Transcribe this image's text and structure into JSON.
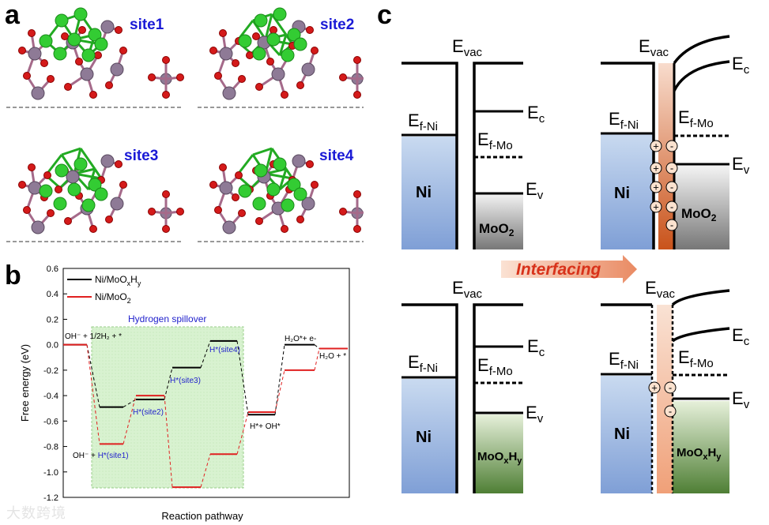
{
  "panels": {
    "a": "a",
    "b": "b",
    "c": "c"
  },
  "panel_a": {
    "sites": [
      "site1",
      "site2",
      "site3",
      "site4"
    ]
  },
  "chart_data": {
    "type": "line",
    "xlabel": "Reaction pathway",
    "ylabel": "Free energy (eV)",
    "ylim": [
      -1.2,
      0.6
    ],
    "yticks": [
      "0.6",
      "0.4",
      "0.2",
      "0.0",
      "-0.2",
      "-0.4",
      "-0.6",
      "-0.8",
      "-1.0",
      "-1.2"
    ],
    "legend_position": "top-left",
    "legend": [
      {
        "pre": "Ni/MoO",
        "sub1": "x",
        "mid": "H",
        "sub2": "y",
        "color": "#000000"
      },
      {
        "pre": "Ni/MoO",
        "sub1": "2",
        "mid": "",
        "sub2": "",
        "color": "#e02020"
      }
    ],
    "series": [
      {
        "name": "Ni/MoOxHy",
        "color": "#000000",
        "values": [
          0.0,
          -0.49,
          -0.43,
          -0.18,
          0.03,
          -0.55,
          0.0,
          -0.03
        ]
      },
      {
        "name": "Ni/MoO2",
        "color": "#e02020",
        "values": [
          0.0,
          -0.78,
          -0.4,
          -1.12,
          -0.86,
          -0.53,
          -0.2,
          -0.03
        ]
      }
    ],
    "shaded_region": {
      "label": "Hydrogen spillover",
      "from_step": 1,
      "to_step": 4
    },
    "annotations": {
      "start": "OH⁻ + 1/2H₂ + *",
      "site1": "OH⁻ + H*(site1)",
      "site1_prefix": "OH⁻ + ",
      "site1_blue": "H*(site1)",
      "site2": "H*(site2)",
      "site3": "H*(site3)",
      "site4": "H*(site4)",
      "hoh": "H*+ OH*",
      "h2o_e": "H₂O*+ e-",
      "h2o": "H₂O + *"
    }
  },
  "panel_c": {
    "evac": "E",
    "evac_sub": "vac",
    "ec": "E",
    "ec_sub": "c",
    "ev": "E",
    "ev_sub": "v",
    "ef_ni": "E",
    "ef_ni_sub": "f-Ni",
    "ef_mo": "E",
    "ef_mo_sub": "f-Mo",
    "ni": "Ni",
    "moo2": "MoO",
    "moo2_sub": "2",
    "mooxhy": "MoO",
    "mooxhy_sub1": "x",
    "mooxhy_mid": "H",
    "mooxhy_sub2": "y",
    "interfacing": "Interfacing",
    "plus": "+",
    "minus": "-"
  },
  "watermark": "大数跨境"
}
